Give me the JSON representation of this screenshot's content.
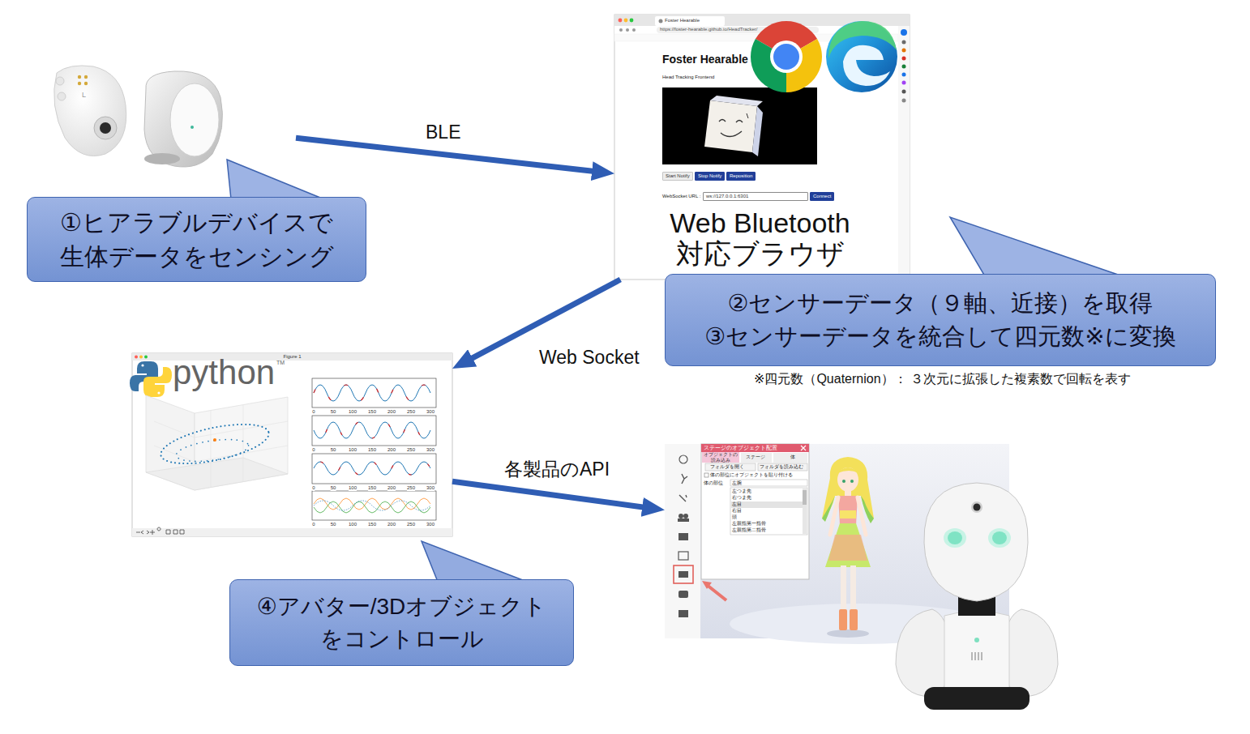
{
  "diagram": {
    "nodes": [
      {
        "text": [
          "L"
        ]
      },
      {
        "text": [
          "①ヒアラブルデバイスで 生体データをセンシング"
        ]
      },
      {
        "text": [
          "Foster Hearable",
          "https://foster-hearable.github.io/HeadTracker/",
          "Foster Hearable",
          "Head Tracking Frontend",
          "WebSocket URL :",
          "Web Bluetooth 対応ブラウザ"
        ]
      },
      {
        "text": [
          "Start Notify"
        ],
        "in": 2
      },
      {
        "text": [
          "Stop Notify"
        ],
        "in": 2
      },
      {
        "text": [
          "Reposition"
        ],
        "in": 2
      },
      {
        "text": [
          "ws://127.0.0.1:6301"
        ],
        "in": 2
      },
      {
        "text": [
          "Connect"
        ],
        "in": 2
      },
      {
        "text": [
          "②センサーデータ（９軸、近接）を取得",
          "③センサーデータを統合して四元数※に変換"
        ]
      },
      {
        "text": [
          "Figure 1",
          "python",
          "TM"
        ]
      },
      {
        "text": [
          "④アバター/3Dオブジェクト をコントロール"
        ]
      },
      {
        "text": [
          "ステージのオブジェクト配置",
          "オブジェクトの 読み込み",
          "ステージ",
          "体",
          "フォルダを開く",
          "フォルダを読み込む",
          "体の部位にオブジェクトを貼り付ける",
          "体の部位",
          "左腕",
          "左つま先",
          "右つま先",
          "左目",
          "右目",
          "頭",
          "左親指第一指骨",
          "左親指第二指骨"
        ]
      }
    ],
    "edges": [
      {
        "from": 0,
        "to": 2,
        "label": "BLE",
        "arrow": "to"
      },
      {
        "from": 2,
        "to": 9,
        "label": "Web Socket",
        "arrow": "to"
      },
      {
        "from": 9,
        "to": 11,
        "label": "各製品のAPI",
        "arrow": "to"
      }
    ],
    "labels": [
      "※四元数（Quaternion）： ３次元に拡張した複素数で回転を表す",
      "0",
      "50",
      "100",
      "150",
      "200",
      "250",
      "300",
      "0",
      "50",
      "100",
      "150",
      "200",
      "250",
      "300",
      "0",
      "50",
      "100",
      "150",
      "200",
      "250",
      "300",
      "0",
      "50",
      "100",
      "150",
      "200",
      "250",
      "300"
    ]
  }
}
